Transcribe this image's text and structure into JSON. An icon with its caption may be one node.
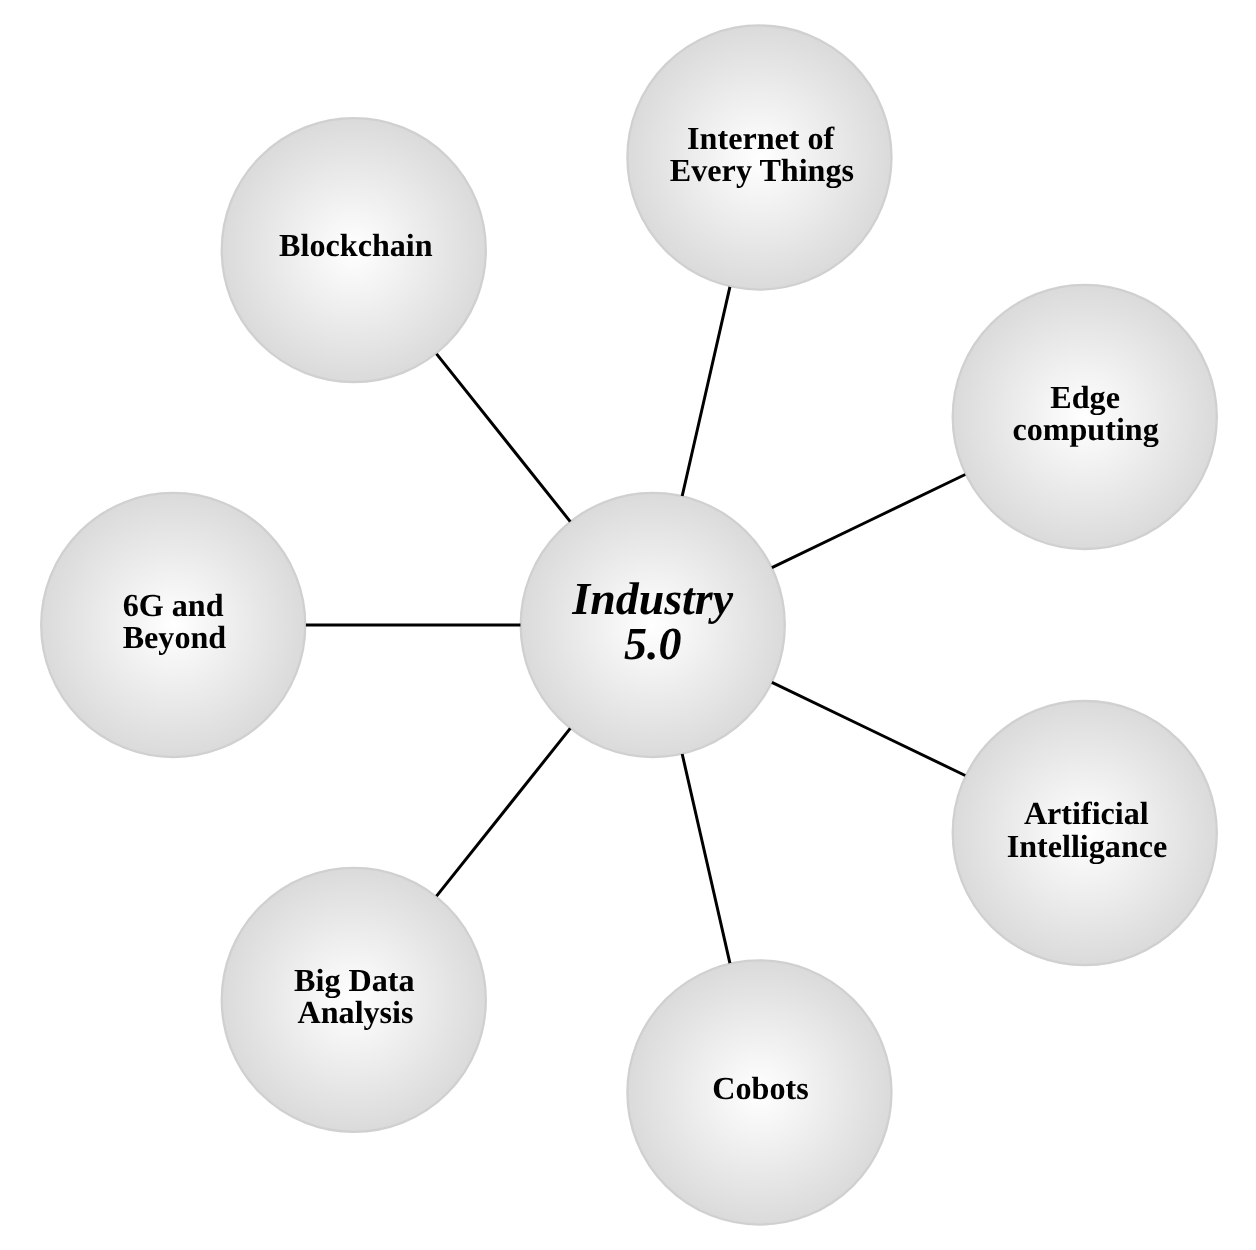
{
  "diagram": {
    "nodes": [
      {
        "text": [
          "Industry 5.0"
        ]
      },
      {
        "text": [
          "Edge computing"
        ]
      },
      {
        "text": [
          "Internet of Every Things"
        ]
      },
      {
        "text": [
          "Blockchain"
        ]
      },
      {
        "text": [
          "6G and Beyond"
        ]
      },
      {
        "text": [
          "Big Data Analysis"
        ]
      },
      {
        "text": [
          "Cobots"
        ]
      },
      {
        "text": [
          "Artificial Intelligance"
        ]
      }
    ],
    "edges": [
      {
        "from": 0,
        "to": 1,
        "arrow": "none"
      },
      {
        "from": 0,
        "to": 2,
        "arrow": "none"
      },
      {
        "from": 0,
        "to": 3,
        "arrow": "none"
      },
      {
        "from": 0,
        "to": 4,
        "arrow": "none"
      },
      {
        "from": 0,
        "to": 5,
        "arrow": "none"
      },
      {
        "from": 0,
        "to": 6,
        "arrow": "none"
      },
      {
        "from": 0,
        "to": 7,
        "arrow": "none"
      }
    ]
  }
}
